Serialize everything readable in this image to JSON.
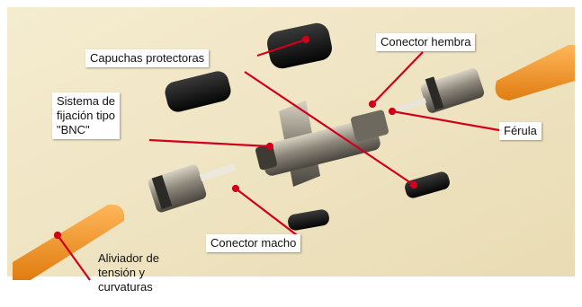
{
  "labels": {
    "capuchas": "Capuchas protectoras",
    "conector_hembra": "Conector hembra",
    "sistema_fijacion": "Sistema de\nfijación tipo\n\"BNC\"",
    "ferula": "Férula",
    "conector_macho": "Conector macho",
    "aliviador": "Aliviador de\ntensión y\ncurvaturas"
  },
  "colors": {
    "background": "#f2e8c8",
    "arrow": "#d0001a",
    "cable": "#f39a2c",
    "cap": "#151515",
    "metal": "#9a9385"
  }
}
